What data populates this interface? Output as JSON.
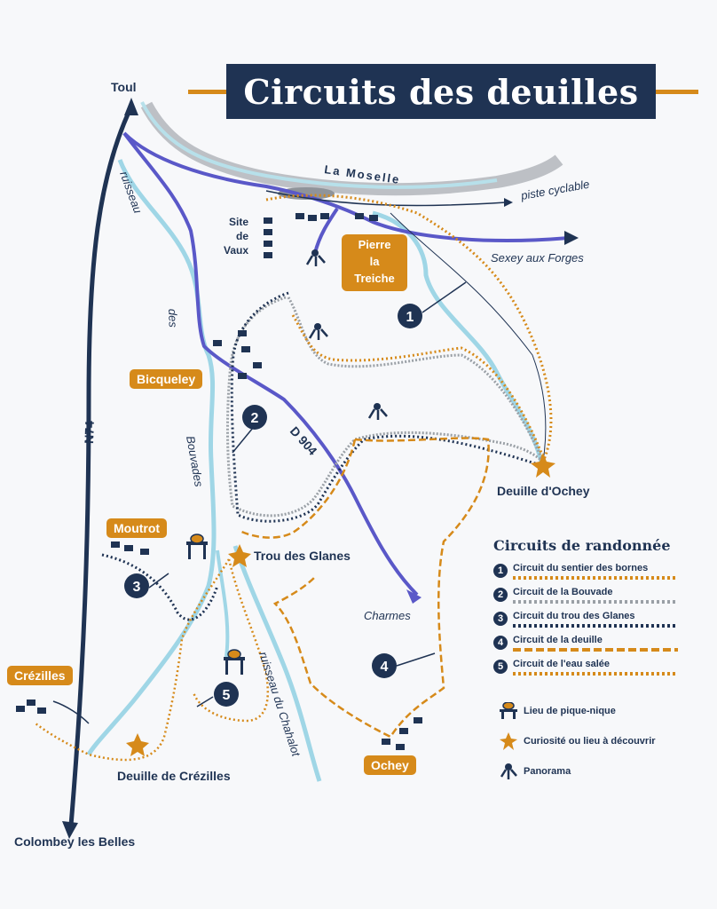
{
  "title": "Circuits des deuilles",
  "labels": {
    "toul": "Toul",
    "la_moselle": "La Moselle",
    "piste_cyclable": "piste cyclable",
    "sexey": "Sexey aux Forges",
    "site_de_vaux": [
      "Site",
      "de",
      "Vaux"
    ],
    "pierre_la_treiche": [
      "Pierre",
      "la",
      "Treiche"
    ],
    "ruisseau": "ruisseau",
    "des": "des",
    "bouvades": "Bouvades",
    "bicqueley": "Bicqueley",
    "n74": "N74",
    "d904": "D 904",
    "deuille_ochey": "Deuille d'Ochey",
    "moutrot": "Moutrot",
    "trou_des_glanes": "Trou des Glanes",
    "charmes": "Charmes",
    "crezilles": "Crézilles",
    "ruisseau_chahalot": "ruisseau du Chahalot",
    "deuille_crezilles": "Deuille de Crézilles",
    "ochey": "Ochey",
    "colombey": "Colombey les Belles"
  },
  "markers": [
    "1",
    "2",
    "3",
    "4",
    "5"
  ],
  "legend": {
    "title": "Circuits de randonnée",
    "circuits": [
      {
        "num": "1",
        "label": "Circuit du sentier des bornes",
        "color": "#d68a1a",
        "style": "dotted"
      },
      {
        "num": "2",
        "label": "Circuit de la Bouvade",
        "color": "#9aa0a6",
        "style": "dotted"
      },
      {
        "num": "3",
        "label": "Circuit du trou des Glanes",
        "color": "#1f3353",
        "style": "dotted"
      },
      {
        "num": "4",
        "label": "Circuit de la deuille",
        "color": "#d68a1a",
        "style": "dashed"
      },
      {
        "num": "5",
        "label": "Circuit de l'eau salée",
        "color": "#d68a1a",
        "style": "dotted"
      }
    ],
    "symbols": [
      {
        "icon": "picnic-icon",
        "label": "Lieu de pique-nique"
      },
      {
        "icon": "star-icon",
        "label": "Curiosité ou lieu à découvrir"
      },
      {
        "icon": "panorama-icon",
        "label": "Panorama"
      }
    ]
  },
  "colors": {
    "navy": "#1f3353",
    "orange": "#d68a1a",
    "river": "#9fd6e6",
    "road_purple": "#5a58c8",
    "gray_route": "#9aa0a6"
  }
}
